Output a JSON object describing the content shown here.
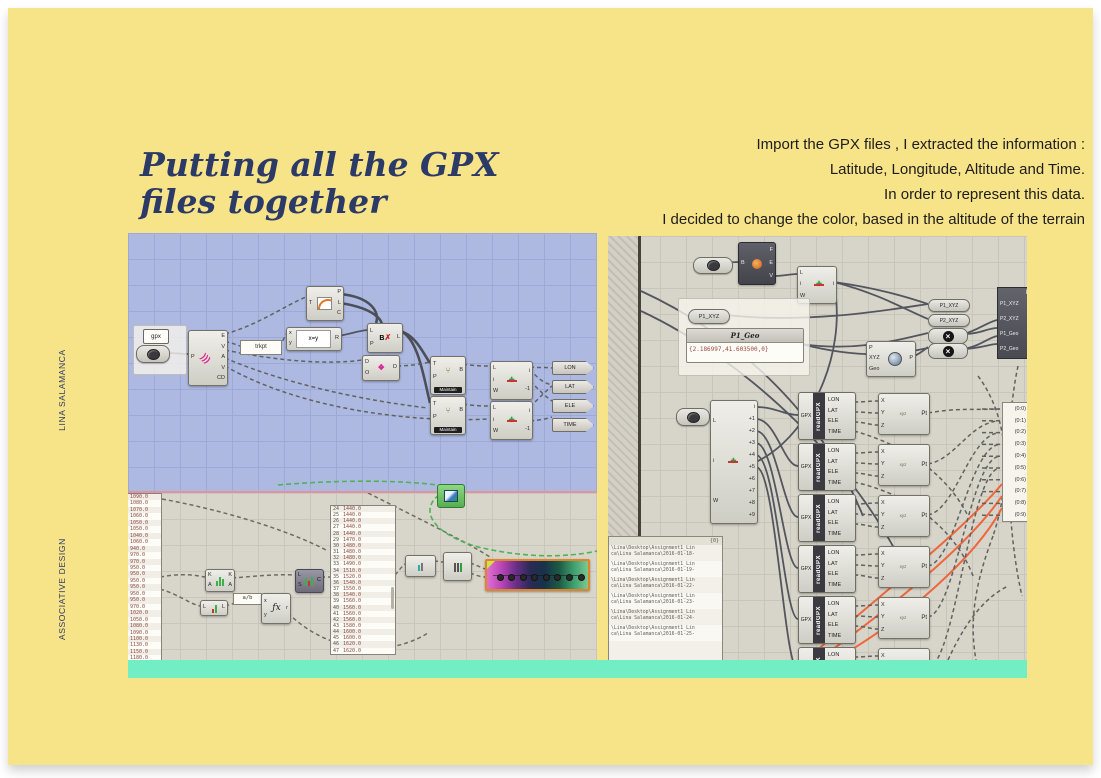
{
  "slide": {
    "title_line1": "Putting all the GPX",
    "title_line2": "files together",
    "intro_lines": [
      "Import the GPX files , I extracted the information :",
      "Latitude, Longitude, Altitude and Time.",
      "In order to represent this data.",
      "I decided to change the color, based in the altitude of the terrain"
    ],
    "side_top": "LINA SALAMANCA",
    "side_bottom": "ASSOCIATIVE DESIGN",
    "colors": {
      "page_bg": "#f7e388",
      "navy": "#2c3a68",
      "teal_strip": "#72eec4",
      "canvas_blue": "#aeb9e2",
      "canvas_grey": "#d7d4c9",
      "wire_orange": "#f0653c"
    }
  },
  "left_canvas": {
    "gpx_tooltip": "gpx",
    "import": {
      "inputs": [
        "P"
      ],
      "outputs": [
        "E",
        "V",
        "A",
        "V",
        "CD"
      ]
    },
    "trkpt_panel": "trkpt",
    "graph": {
      "inputs": [
        "T"
      ],
      "outputs": [
        "P",
        "L",
        "C"
      ]
    },
    "match": {
      "inputs": [
        "x",
        "y"
      ],
      "label": "x=y",
      "outputs": [
        "R"
      ]
    },
    "replace": {
      "inputs": [
        "L",
        "P"
      ],
      "icon_letter": "B",
      "outputs": [
        "L"
      ]
    },
    "dispatch": {
      "inputs": [
        "D",
        "O"
      ],
      "outputs": [
        "D"
      ]
    },
    "maintain": {
      "inputs": [
        "T",
        "P"
      ],
      "outputs": [
        "B"
      ],
      "tag": "Maintain"
    },
    "item": {
      "inputs": [
        "L",
        "i",
        "W"
      ],
      "outputs": [
        "i",
        "-1"
      ]
    },
    "params": [
      "LON",
      "LAT",
      "ELE",
      "TIME"
    ]
  },
  "bottom_canvas": {
    "left_values": [
      "1090.0",
      "1080.0",
      "1070.0",
      "1060.0",
      "1050.0",
      "1050.0",
      "1040.0",
      "1060.0",
      "940.0",
      "970.0",
      "970.0",
      "950.0",
      "950.0",
      "950.0",
      "950.0",
      "950.0",
      "950.0",
      "970.0",
      "1020.0",
      "1050.0",
      "1080.0",
      "1090.0",
      "1100.0",
      "1130.0",
      "1150.0",
      "1180.0"
    ],
    "right_values": [
      {
        "i": "24",
        "v": "1440.0"
      },
      {
        "i": "25",
        "v": "1440.0"
      },
      {
        "i": "26",
        "v": "1440.0"
      },
      {
        "i": "27",
        "v": "1440.0"
      },
      {
        "i": "28",
        "v": "1440.0"
      },
      {
        "i": "29",
        "v": "1470.0"
      },
      {
        "i": "30",
        "v": "1480.0"
      },
      {
        "i": "31",
        "v": "1480.0"
      },
      {
        "i": "32",
        "v": "1480.0"
      },
      {
        "i": "33",
        "v": "1490.0"
      },
      {
        "i": "34",
        "v": "1510.0"
      },
      {
        "i": "35",
        "v": "1520.0"
      },
      {
        "i": "36",
        "v": "1540.0"
      },
      {
        "i": "37",
        "v": "1550.0"
      },
      {
        "i": "38",
        "v": "1540.0"
      },
      {
        "i": "39",
        "v": "1560.0"
      },
      {
        "i": "40",
        "v": "1560.0"
      },
      {
        "i": "41",
        "v": "1560.0"
      },
      {
        "i": "42",
        "v": "1560.0"
      },
      {
        "i": "43",
        "v": "1580.0"
      },
      {
        "i": "44",
        "v": "1600.0"
      },
      {
        "i": "45",
        "v": "1600.0"
      },
      {
        "i": "46",
        "v": "1620.0"
      },
      {
        "i": "47",
        "v": "1620.0"
      }
    ],
    "expr_panel": "a/b",
    "bounds": {
      "inputs": [
        "K",
        "A"
      ],
      "outputs": [
        "K",
        "A"
      ]
    },
    "list": {
      "outputs": [
        "L"
      ]
    },
    "fx": {
      "label": "ƒx",
      "inputs": [
        "x",
        "y"
      ],
      "outputs": [
        "r"
      ]
    },
    "combine": {
      "inputs": [
        "L",
        "S"
      ],
      "outputs": [
        "C"
      ]
    }
  },
  "right_canvas": {
    "brep": {
      "inputs": [
        "B"
      ],
      "outputs": [
        "F",
        "E",
        "V"
      ]
    },
    "topitem": {
      "inputs": [
        "L",
        "i",
        "W"
      ],
      "outputs": [
        "i"
      ]
    },
    "p1xyz_left": "P1_XYZ",
    "p1geo": {
      "title": "P1_Geo",
      "value": "{2.186997,41.603500,0}"
    },
    "p1xyz": "P1_XYZ",
    "p2xyz": "P2_XYZ",
    "close_glyph": "×",
    "geo": {
      "inputs": [
        "P",
        "XYZ",
        "Geo"
      ],
      "outputs": [
        "P"
      ]
    },
    "dark_panel": {
      "header": "P",
      "rows": [
        "P1_XYZ",
        "P2_XYZ",
        "P1_Geo",
        "P2_Geo"
      ]
    },
    "biglist": {
      "inputs": [
        "L",
        "i",
        "W"
      ],
      "outputs": [
        "i",
        "+1",
        "+2",
        "+3",
        "+4",
        "+5",
        "+6",
        "+7",
        "+8",
        "+9"
      ]
    },
    "readgpx": {
      "input": "GPX",
      "label": "readGPX",
      "outputs": [
        "LON",
        "LAT",
        "ELE",
        "TIME"
      ]
    },
    "pt": {
      "inputs": [
        "X",
        "Y",
        "Z"
      ],
      "icon": "xyz",
      "outputs": [
        "Pt"
      ]
    },
    "index_rows": [
      "(0:0)",
      "(0:1)",
      "(0:2)",
      "(0:3)",
      "(0:4)",
      "(0:5)",
      "(0:6)",
      "(0:7)",
      "(0:8)",
      "(0:9)"
    ],
    "file_panel": {
      "header": "{0}",
      "entries": [
        {
          "l1": "\\Lina\\Desktop\\Assignment1_Lin",
          "l2": "ca\\Lina Salamanca\\2016-01-18-"
        },
        {
          "l1": "\\Lina\\Desktop\\Assignment1_Lin",
          "l2": "ca\\Lina Salamanca\\2016-01-19-"
        },
        {
          "l1": "\\Lina\\Desktop\\Assignment1_Lin",
          "l2": "ca\\Lina Salamanca\\2016-01-22-"
        },
        {
          "l1": "\\Lina\\Desktop\\Assignment1_Lin",
          "l2": "ca\\Lina Salamanca\\2016-01-23-"
        },
        {
          "l1": "\\Lina\\Desktop\\Assignment1_Lin",
          "l2": "ca\\Lina Salamanca\\2016-01-24-"
        },
        {
          "l1": "\\Lina\\Desktop\\Assignment1_Lin",
          "l2": "ca\\Lina Salamanca\\2016-01-25-"
        }
      ]
    }
  }
}
